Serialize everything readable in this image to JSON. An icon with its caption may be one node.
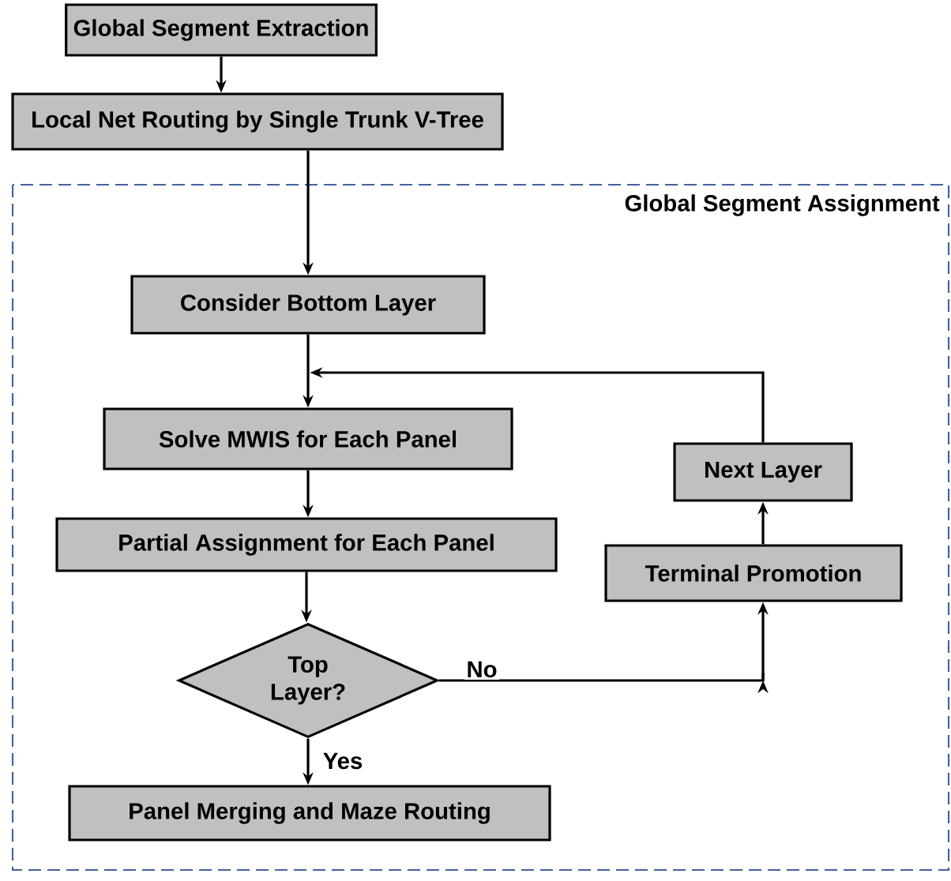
{
  "diagram": {
    "nodes": [
      {
        "text": [
          "Global Segment Extraction"
        ]
      },
      {
        "text": [
          "Local Net Routing by Single Trunk V-Tree"
        ]
      },
      {
        "text": [
          "Global Segment Assignment"
        ]
      },
      {
        "text": [
          "Consider Bottom Layer"
        ],
        "in": 2
      },
      {
        "text": [
          "Solve MWIS for Each Panel"
        ],
        "in": 2
      },
      {
        "text": [
          "Partial Assignment for Each Panel"
        ],
        "in": 2
      },
      {
        "text": [
          "Top Layer?"
        ],
        "in": 2
      },
      {
        "text": [
          "Panel Merging and Maze Routing"
        ],
        "in": 2
      },
      {
        "text": [
          "Next Layer"
        ],
        "in": 2
      },
      {
        "text": [
          "Terminal Promotion"
        ],
        "in": 2
      }
    ],
    "edges": [
      {
        "from": 0,
        "to": 1,
        "arrow": "to"
      },
      {
        "from": 1,
        "to": 3,
        "arrow": "to"
      },
      {
        "from": 3,
        "to": 4,
        "arrow": "to"
      },
      {
        "from": 4,
        "to": 5,
        "arrow": "to"
      },
      {
        "from": 5,
        "to": 6,
        "arrow": "to"
      },
      {
        "from": 6,
        "to": 7,
        "arrow": "to",
        "label": "Yes"
      },
      {
        "from": 6,
        "to": 9,
        "arrow": "to",
        "label": "No"
      },
      {
        "from": 9,
        "to": 8,
        "arrow": "to"
      },
      {
        "from": 8,
        "to": 4,
        "arrow": "to"
      }
    ]
  }
}
